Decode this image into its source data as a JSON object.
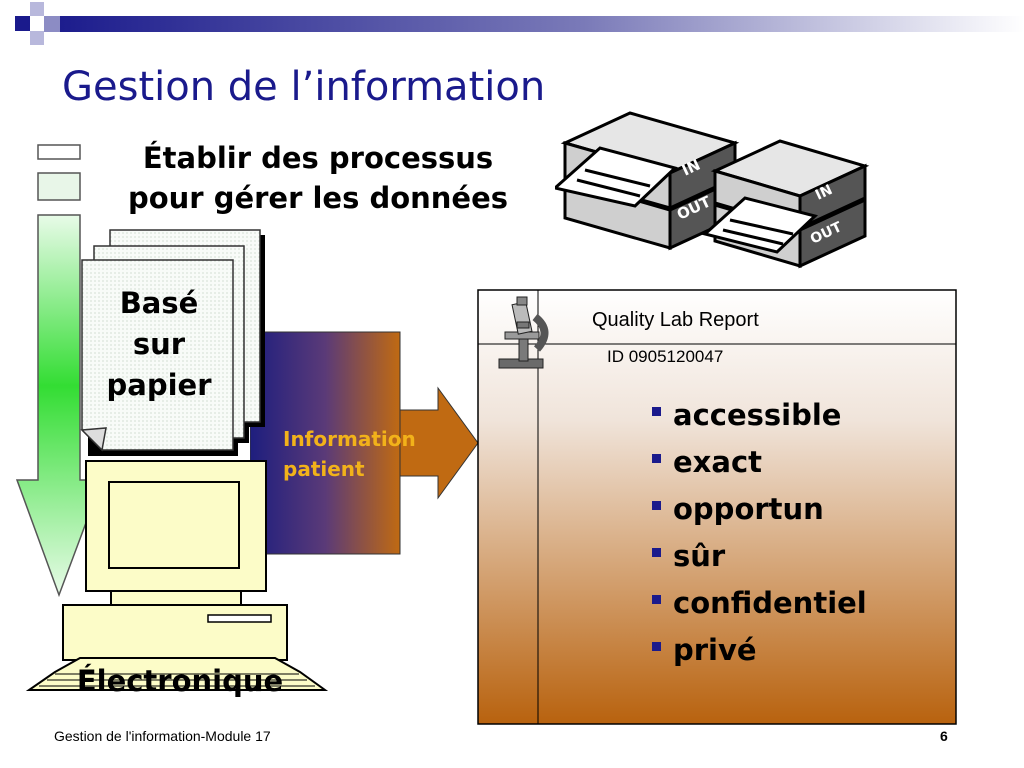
{
  "title": "Gestion de l’information",
  "subtitle_line1": "Établir des processus",
  "subtitle_line2": "pour gérer les données",
  "paper_label_1": "Basé",
  "paper_label_2": "sur",
  "paper_label_3": "papier",
  "electronic_label": "Électronique",
  "info_label_1": "Information",
  "info_label_2": "patient",
  "report_title": "Quality Lab Report",
  "report_id": "ID 0905120047",
  "tray_labels": {
    "in": "IN",
    "out": "OUT"
  },
  "bullets": [
    "accessible",
    "exact",
    "opportun",
    "sûr",
    "confidentiel",
    "privé"
  ],
  "footer": "Gestion de l'information-Module 17",
  "page_number": "6",
  "colors": {
    "title": "#1a1a8c",
    "accent_yellow": "#f2b21a",
    "bullet": "#1a1a8c",
    "report_bottom": "#b8620e"
  },
  "icons": [
    "microscope-icon",
    "inout-tray-icon",
    "computer-icon",
    "paper-stack-icon",
    "down-arrow-icon",
    "right-arrow-icon"
  ]
}
